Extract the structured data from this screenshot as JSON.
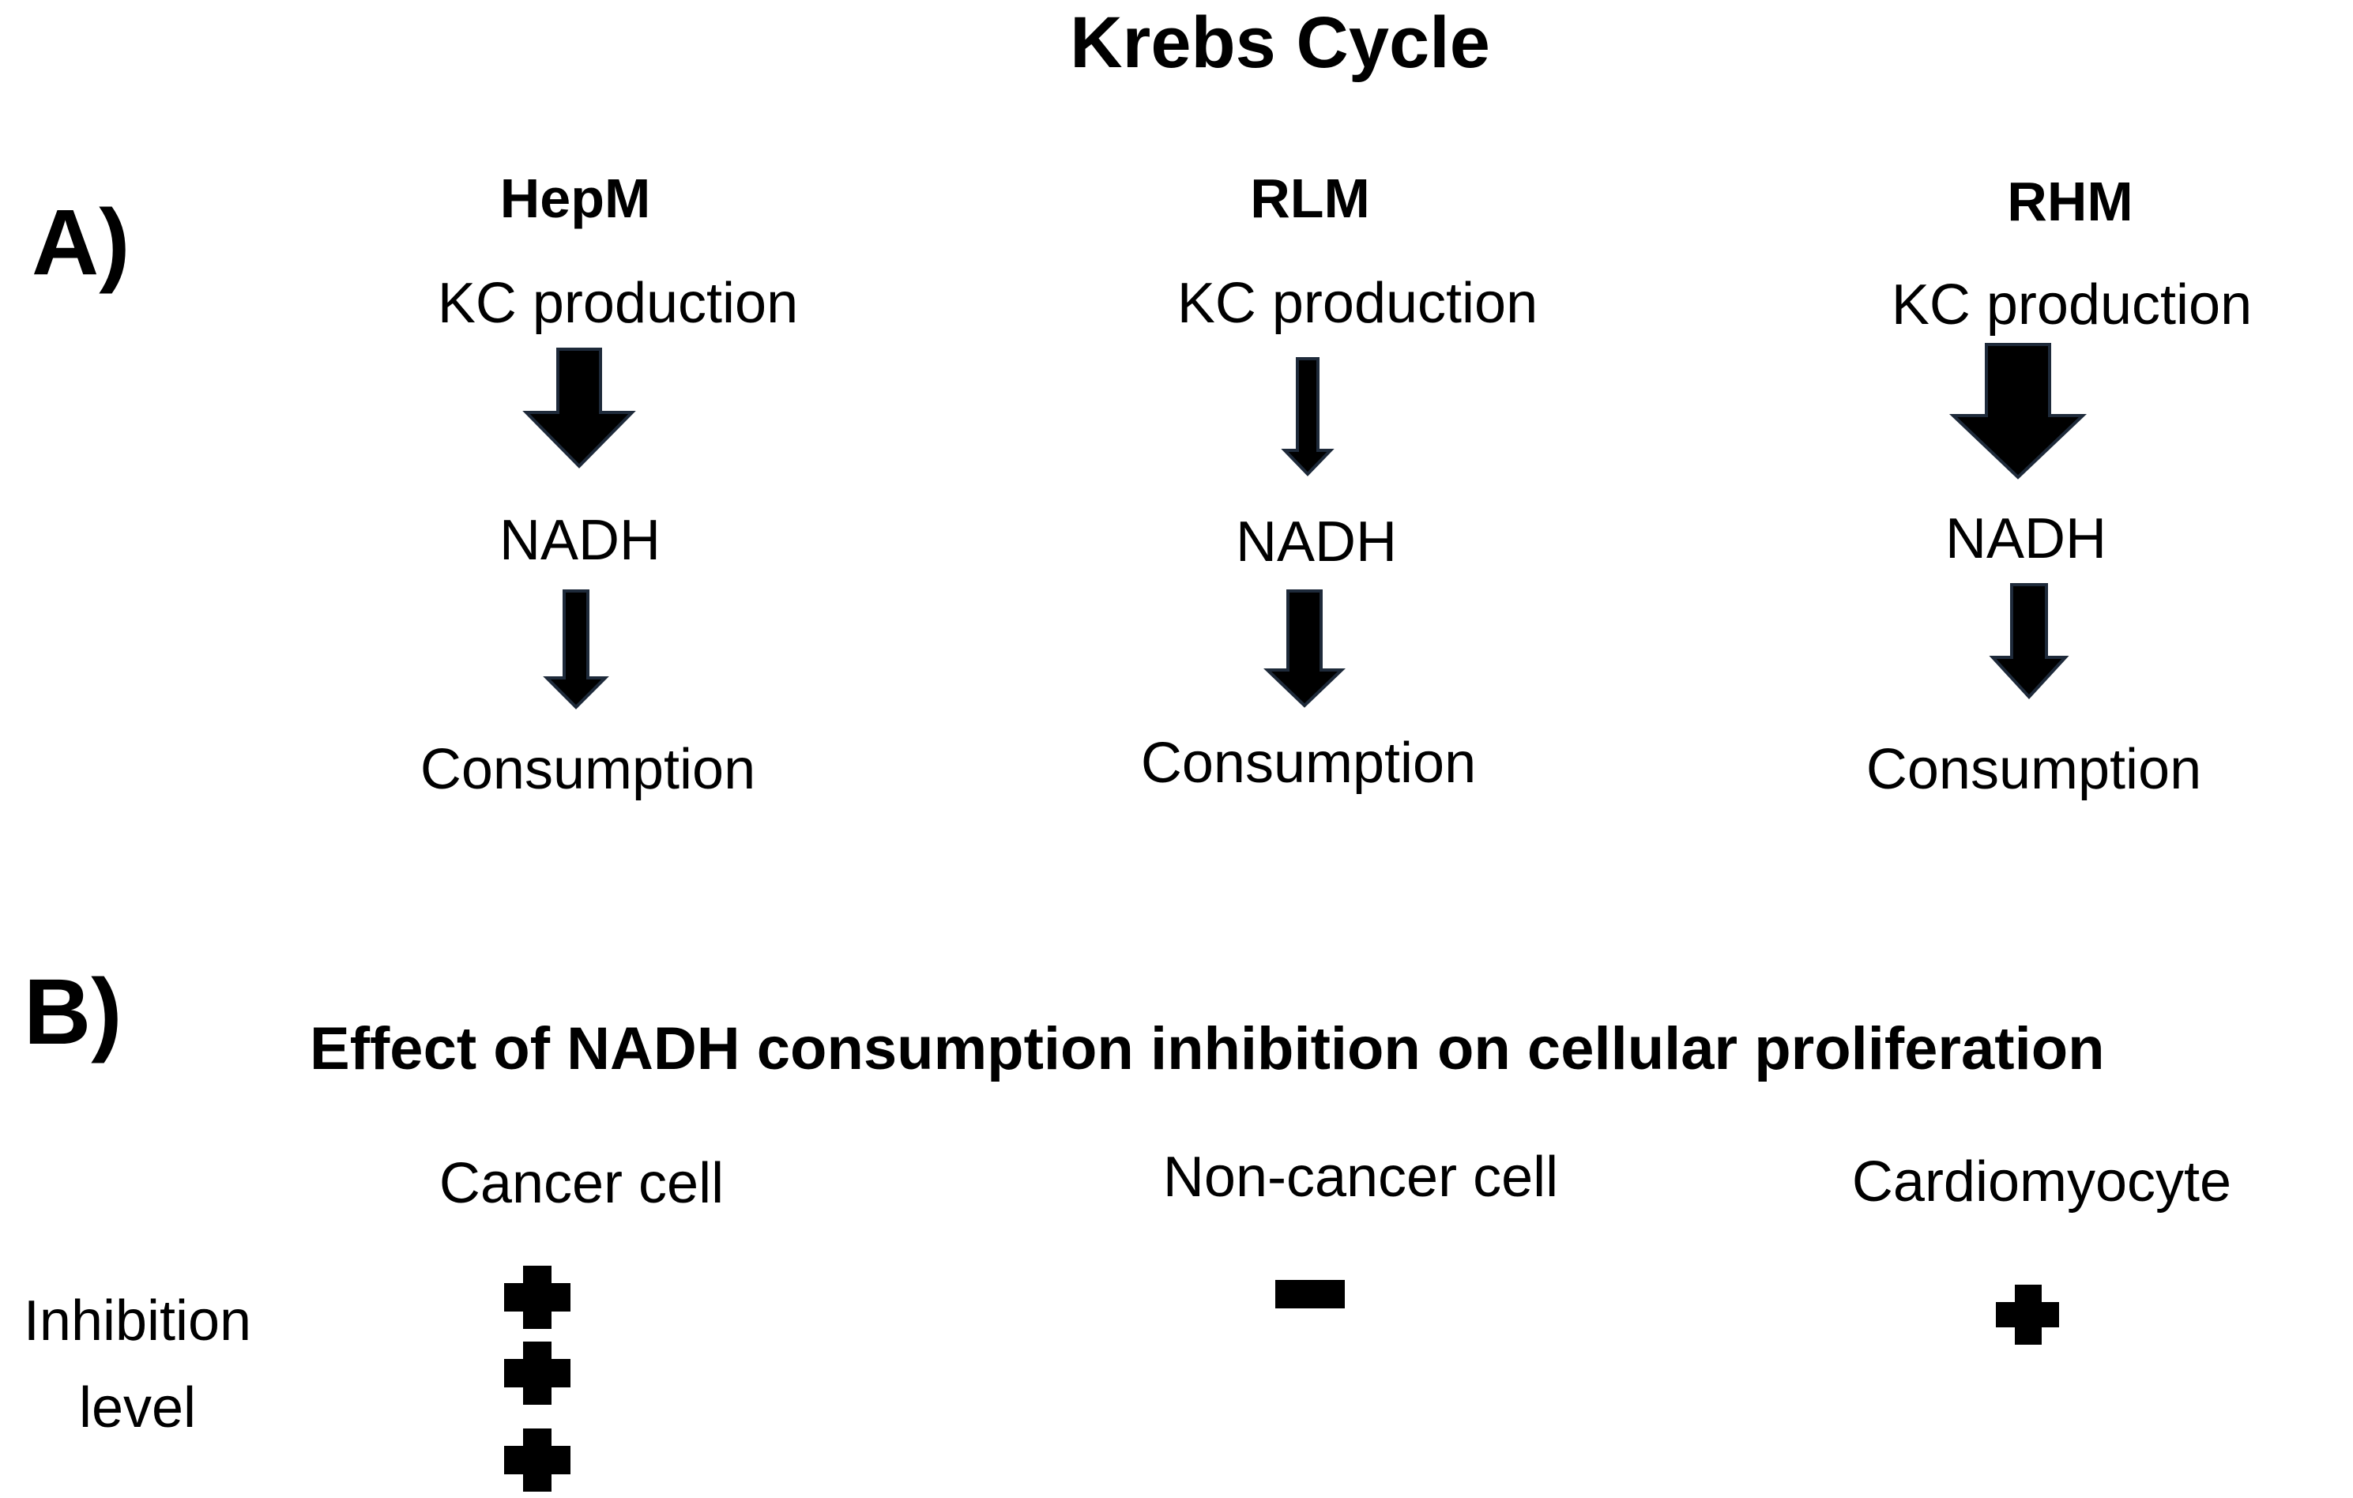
{
  "title": "Krebs Cycle",
  "panel_a": {
    "label": "A)",
    "columns": [
      {
        "name": "HepM",
        "production": "KC production",
        "intermediate": "NADH",
        "consumption": "Consumption"
      },
      {
        "name": "RLM",
        "production": "KC production",
        "intermediate": "NADH",
        "consumption": "Consumption"
      },
      {
        "name": "RHM",
        "production": "KC production",
        "intermediate": "NADH",
        "consumption": "Consumption"
      }
    ]
  },
  "panel_b": {
    "label": "B)",
    "title": "Effect of NADH consumption inhibition on cellular proliferation",
    "row_label_line1": "Inhibition",
    "row_label_line2": "level",
    "cells": [
      {
        "name": "Cancer cell",
        "plus_count": 3,
        "minus_count": 0
      },
      {
        "name": "Non-cancer cell",
        "plus_count": 0,
        "minus_count": 1
      },
      {
        "name": "Cardiomyocyte",
        "plus_count": 1,
        "minus_count": 0
      }
    ]
  }
}
